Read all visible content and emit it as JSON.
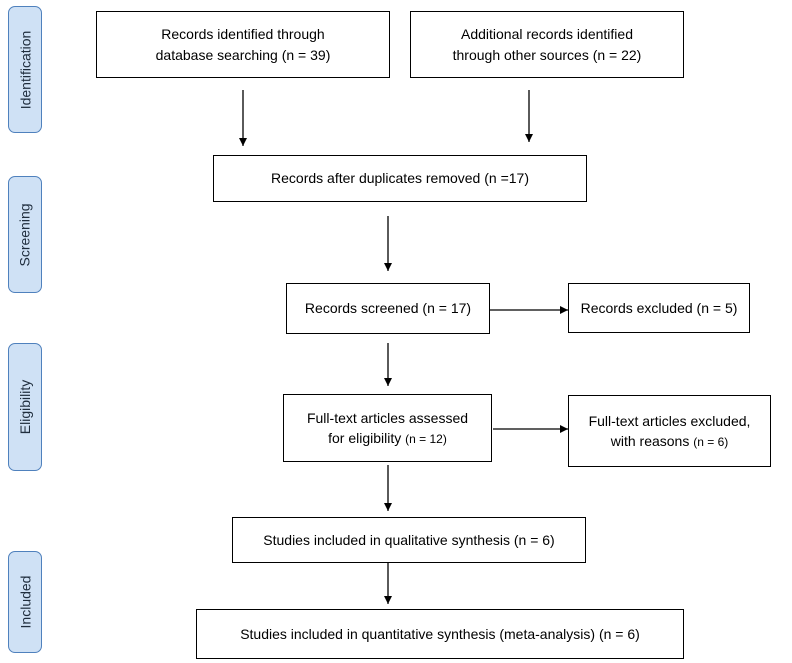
{
  "stages": {
    "identification": "Identification",
    "screening": "Screening",
    "eligibility": "Eligibility",
    "included": "Included"
  },
  "boxes": {
    "db_search": {
      "line1": "Records identified through",
      "line2": "database searching (n = 39)"
    },
    "other_sources": {
      "line1": "Additional records identified",
      "line2": "through other sources (n = 22)"
    },
    "duplicates_removed": {
      "text": "Records after duplicates removed (n =17)"
    },
    "screened": {
      "text": "Records screened (n = 17)"
    },
    "excluded": {
      "text": "Records excluded (n = 5)"
    },
    "fulltext_assessed": {
      "line1": "Full-text articles assessed",
      "line2_main": "for eligibility ",
      "line2_small": "(n = 12)"
    },
    "fulltext_excluded": {
      "line1": "Full-text articles excluded,",
      "line2_main": "with reasons ",
      "line2_small": "(n = 6)"
    },
    "qualitative": {
      "text": "Studies included in qualitative synthesis (n = 6)"
    },
    "quantitative": {
      "text": "Studies included in quantitative synthesis (meta-analysis) (n = 6)"
    }
  },
  "colors": {
    "stage_fill": "#cfe1f5",
    "stage_border": "#4f81bd",
    "box_border": "#000000"
  }
}
